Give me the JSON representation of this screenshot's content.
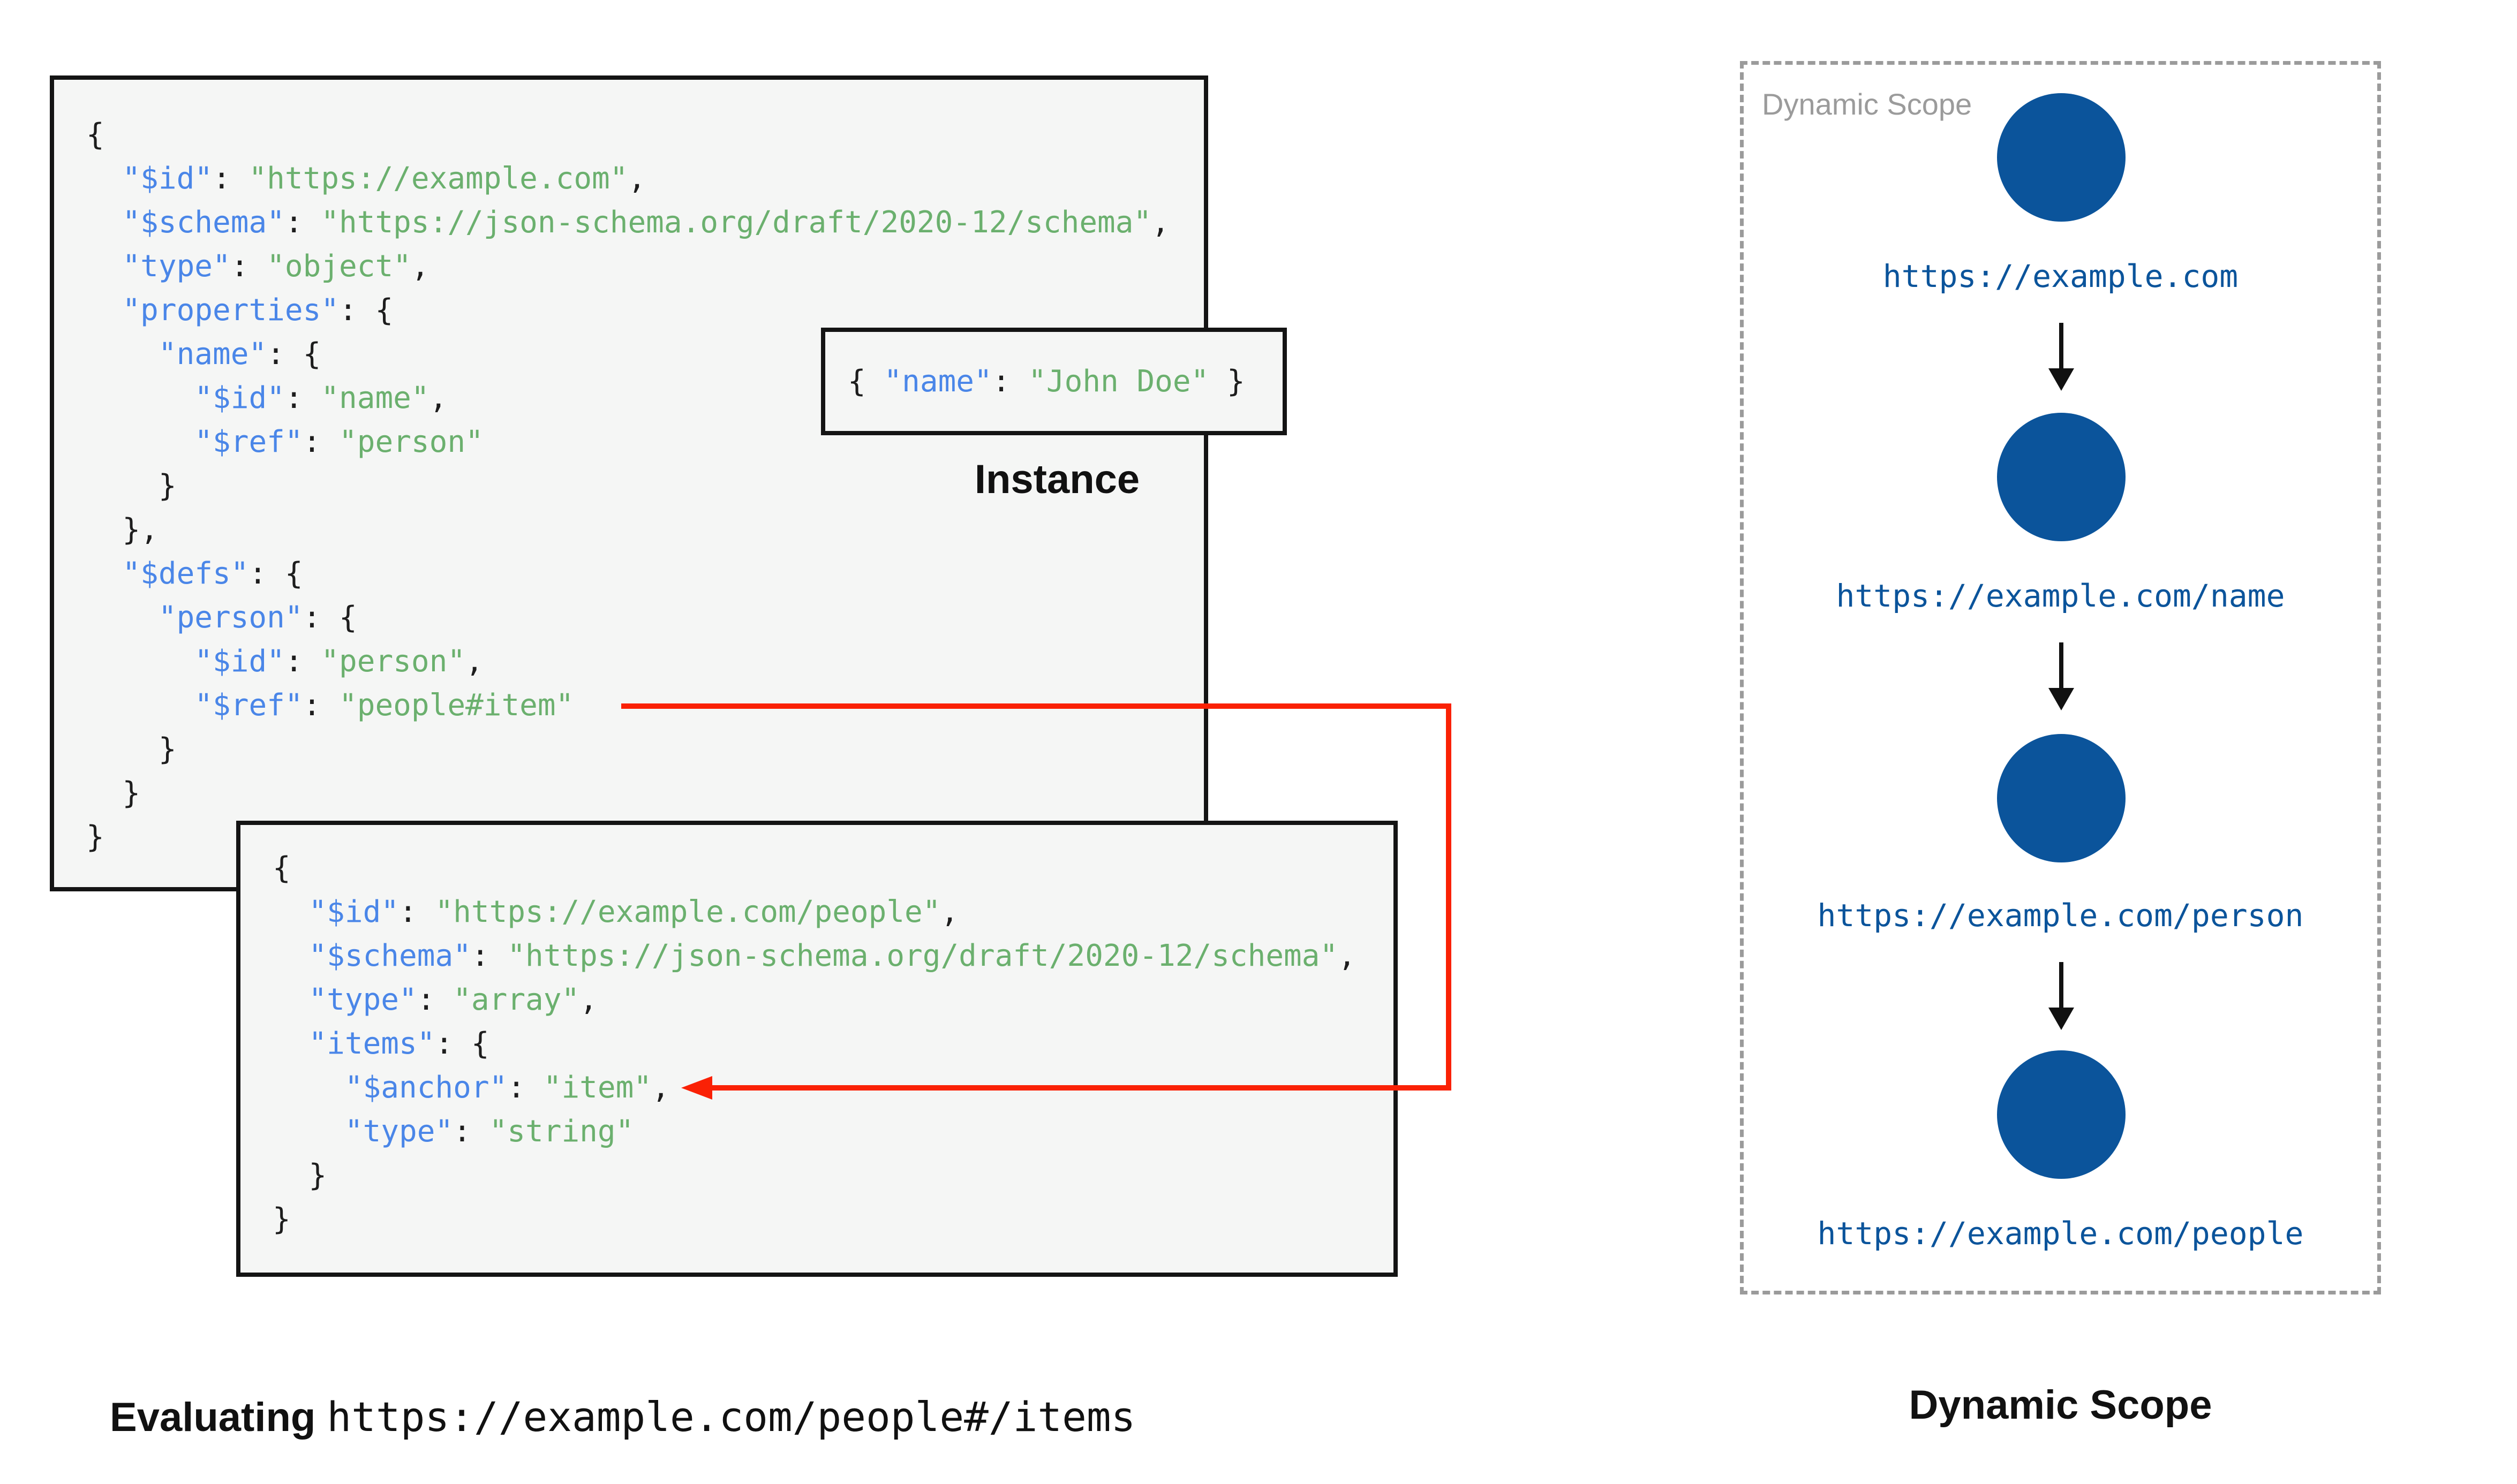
{
  "colors": {
    "key_blue": "#4a86e8",
    "string_green": "#6bb06e",
    "punctuation": "#1d1d1d",
    "node_blue": "#0b549b",
    "arrow_red": "#fa2105",
    "box_border": "#141414",
    "box_bg": "#f5f6f5",
    "muted_gray": "#9b9b9b"
  },
  "left": {
    "schema_root": {
      "code": [
        "{",
        "  \"$id\": \"https://example.com\",",
        "  \"$schema\": \"https://json-schema.org/draft/2020-12/schema\",",
        "  \"type\": \"object\",",
        "  \"properties\": {",
        "    \"name\": {",
        "      \"$id\": \"name\",",
        "      \"$ref\": \"person\"",
        "    }",
        "  },",
        "  \"$defs\": {",
        "    \"person\": {",
        "      \"$id\": \"person\",",
        "      \"$ref\": \"people#item\"",
        "    }",
        "  }",
        "}"
      ]
    },
    "instance": {
      "code": "{ \"name\": \"John Doe\" }",
      "label": "Instance"
    },
    "schema_people": {
      "code": [
        "{",
        "  \"$id\": \"https://example.com/people\",",
        "  \"$schema\": \"https://json-schema.org/draft/2020-12/schema\",",
        "  \"type\": \"array\",",
        "  \"items\": {",
        "    \"$anchor\": \"item\",",
        "    \"type\": \"string\"",
        "  }",
        "}"
      ]
    },
    "caption_prefix": "Evaluating ",
    "caption_uri": "https://example.com/people#/items"
  },
  "right": {
    "frame_label": "Dynamic Scope",
    "nodes": [
      {
        "uri": "https://example.com"
      },
      {
        "uri": "https://example.com/name"
      },
      {
        "uri": "https://example.com/person"
      },
      {
        "uri": "https://example.com/people"
      }
    ],
    "caption": "Dynamic Scope"
  }
}
